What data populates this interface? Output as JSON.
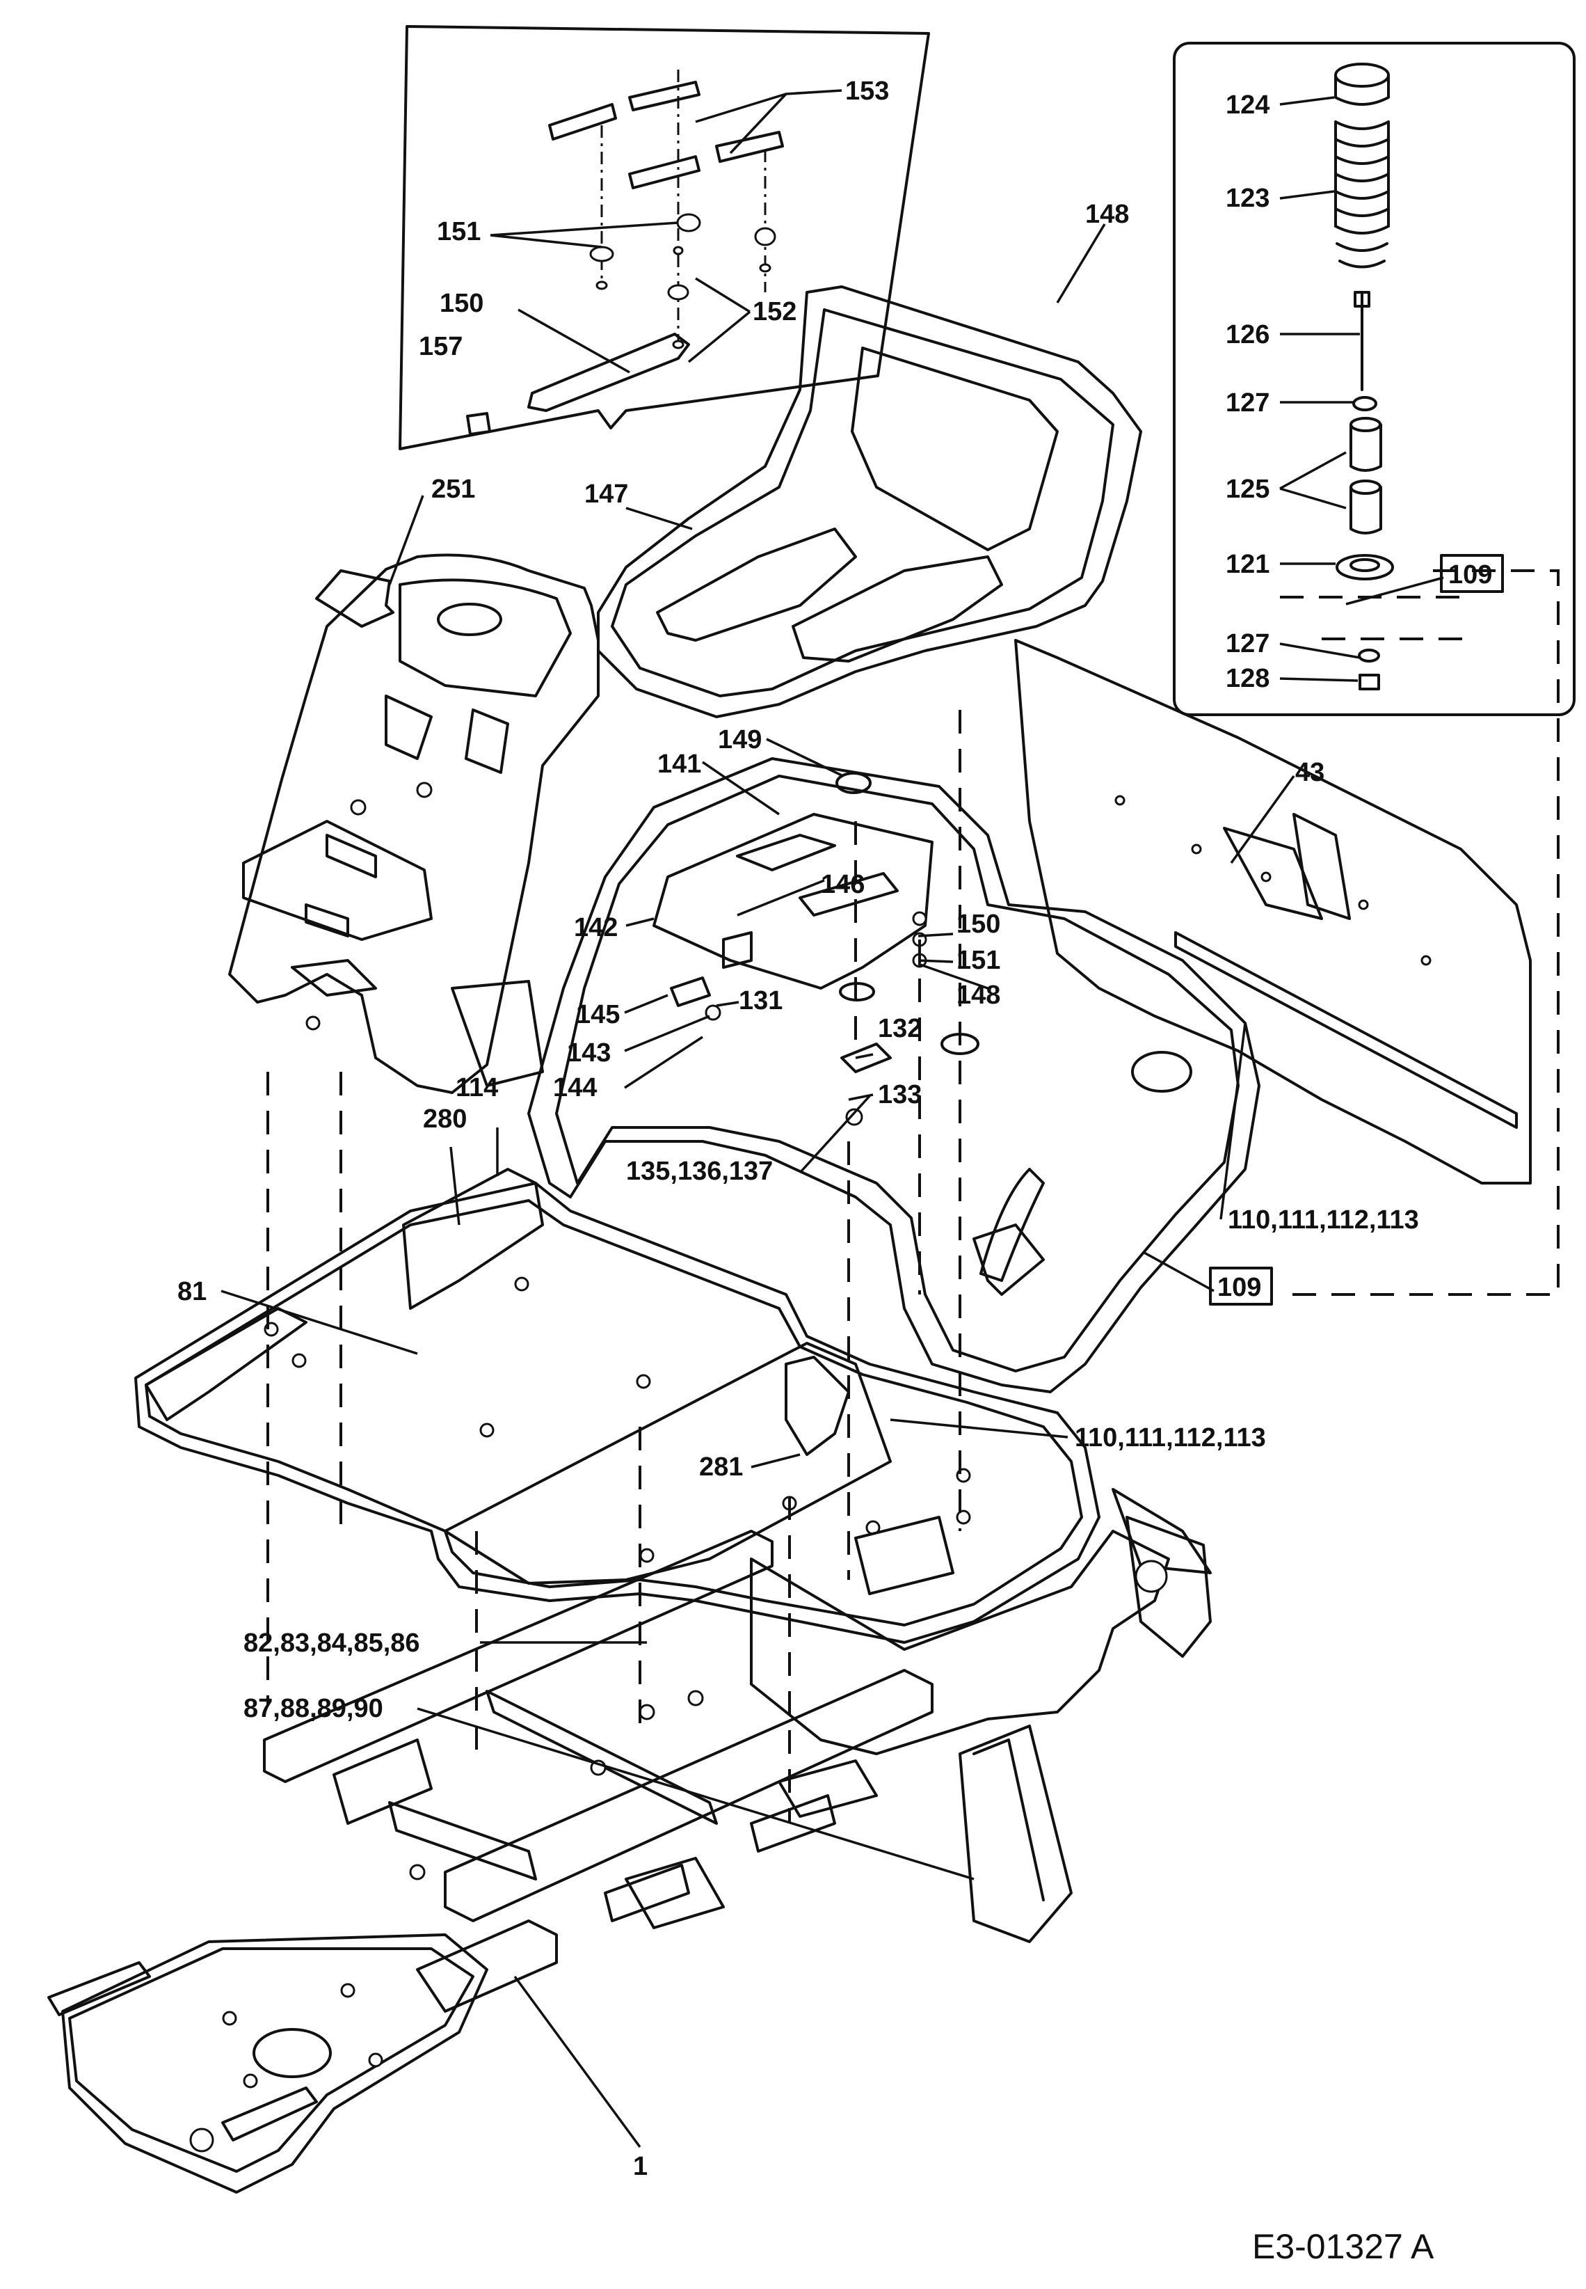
{
  "drawing_code": "E3-01327 A",
  "callouts": {
    "c153": "153",
    "c151a": "151",
    "c152": "152",
    "c150a": "150",
    "c157": "157",
    "c147": "147",
    "c148a": "148",
    "c251": "251",
    "c124": "124",
    "c123": "123",
    "c126": "126",
    "c127a": "127",
    "c125": "125",
    "c121": "121",
    "c109a": "109",
    "c127b": "127",
    "c128": "128",
    "c43": "43",
    "c149": "149",
    "c141": "141",
    "c146": "146",
    "c142": "142",
    "c150b": "150",
    "c151b": "151",
    "c148b": "148",
    "c131": "131",
    "c145": "145",
    "c143": "143",
    "c144": "144",
    "c132": "132",
    "c133": "133",
    "c114": "114",
    "c135": "135,136,137",
    "c110a": "110,111,112,113",
    "c280": "280",
    "c81": "81",
    "c109b": "109",
    "c110b": "110,111,112,113",
    "c281": "281",
    "c82": "82,83,84,85,86",
    "c87": "87,88,89,90",
    "c1": "1"
  }
}
